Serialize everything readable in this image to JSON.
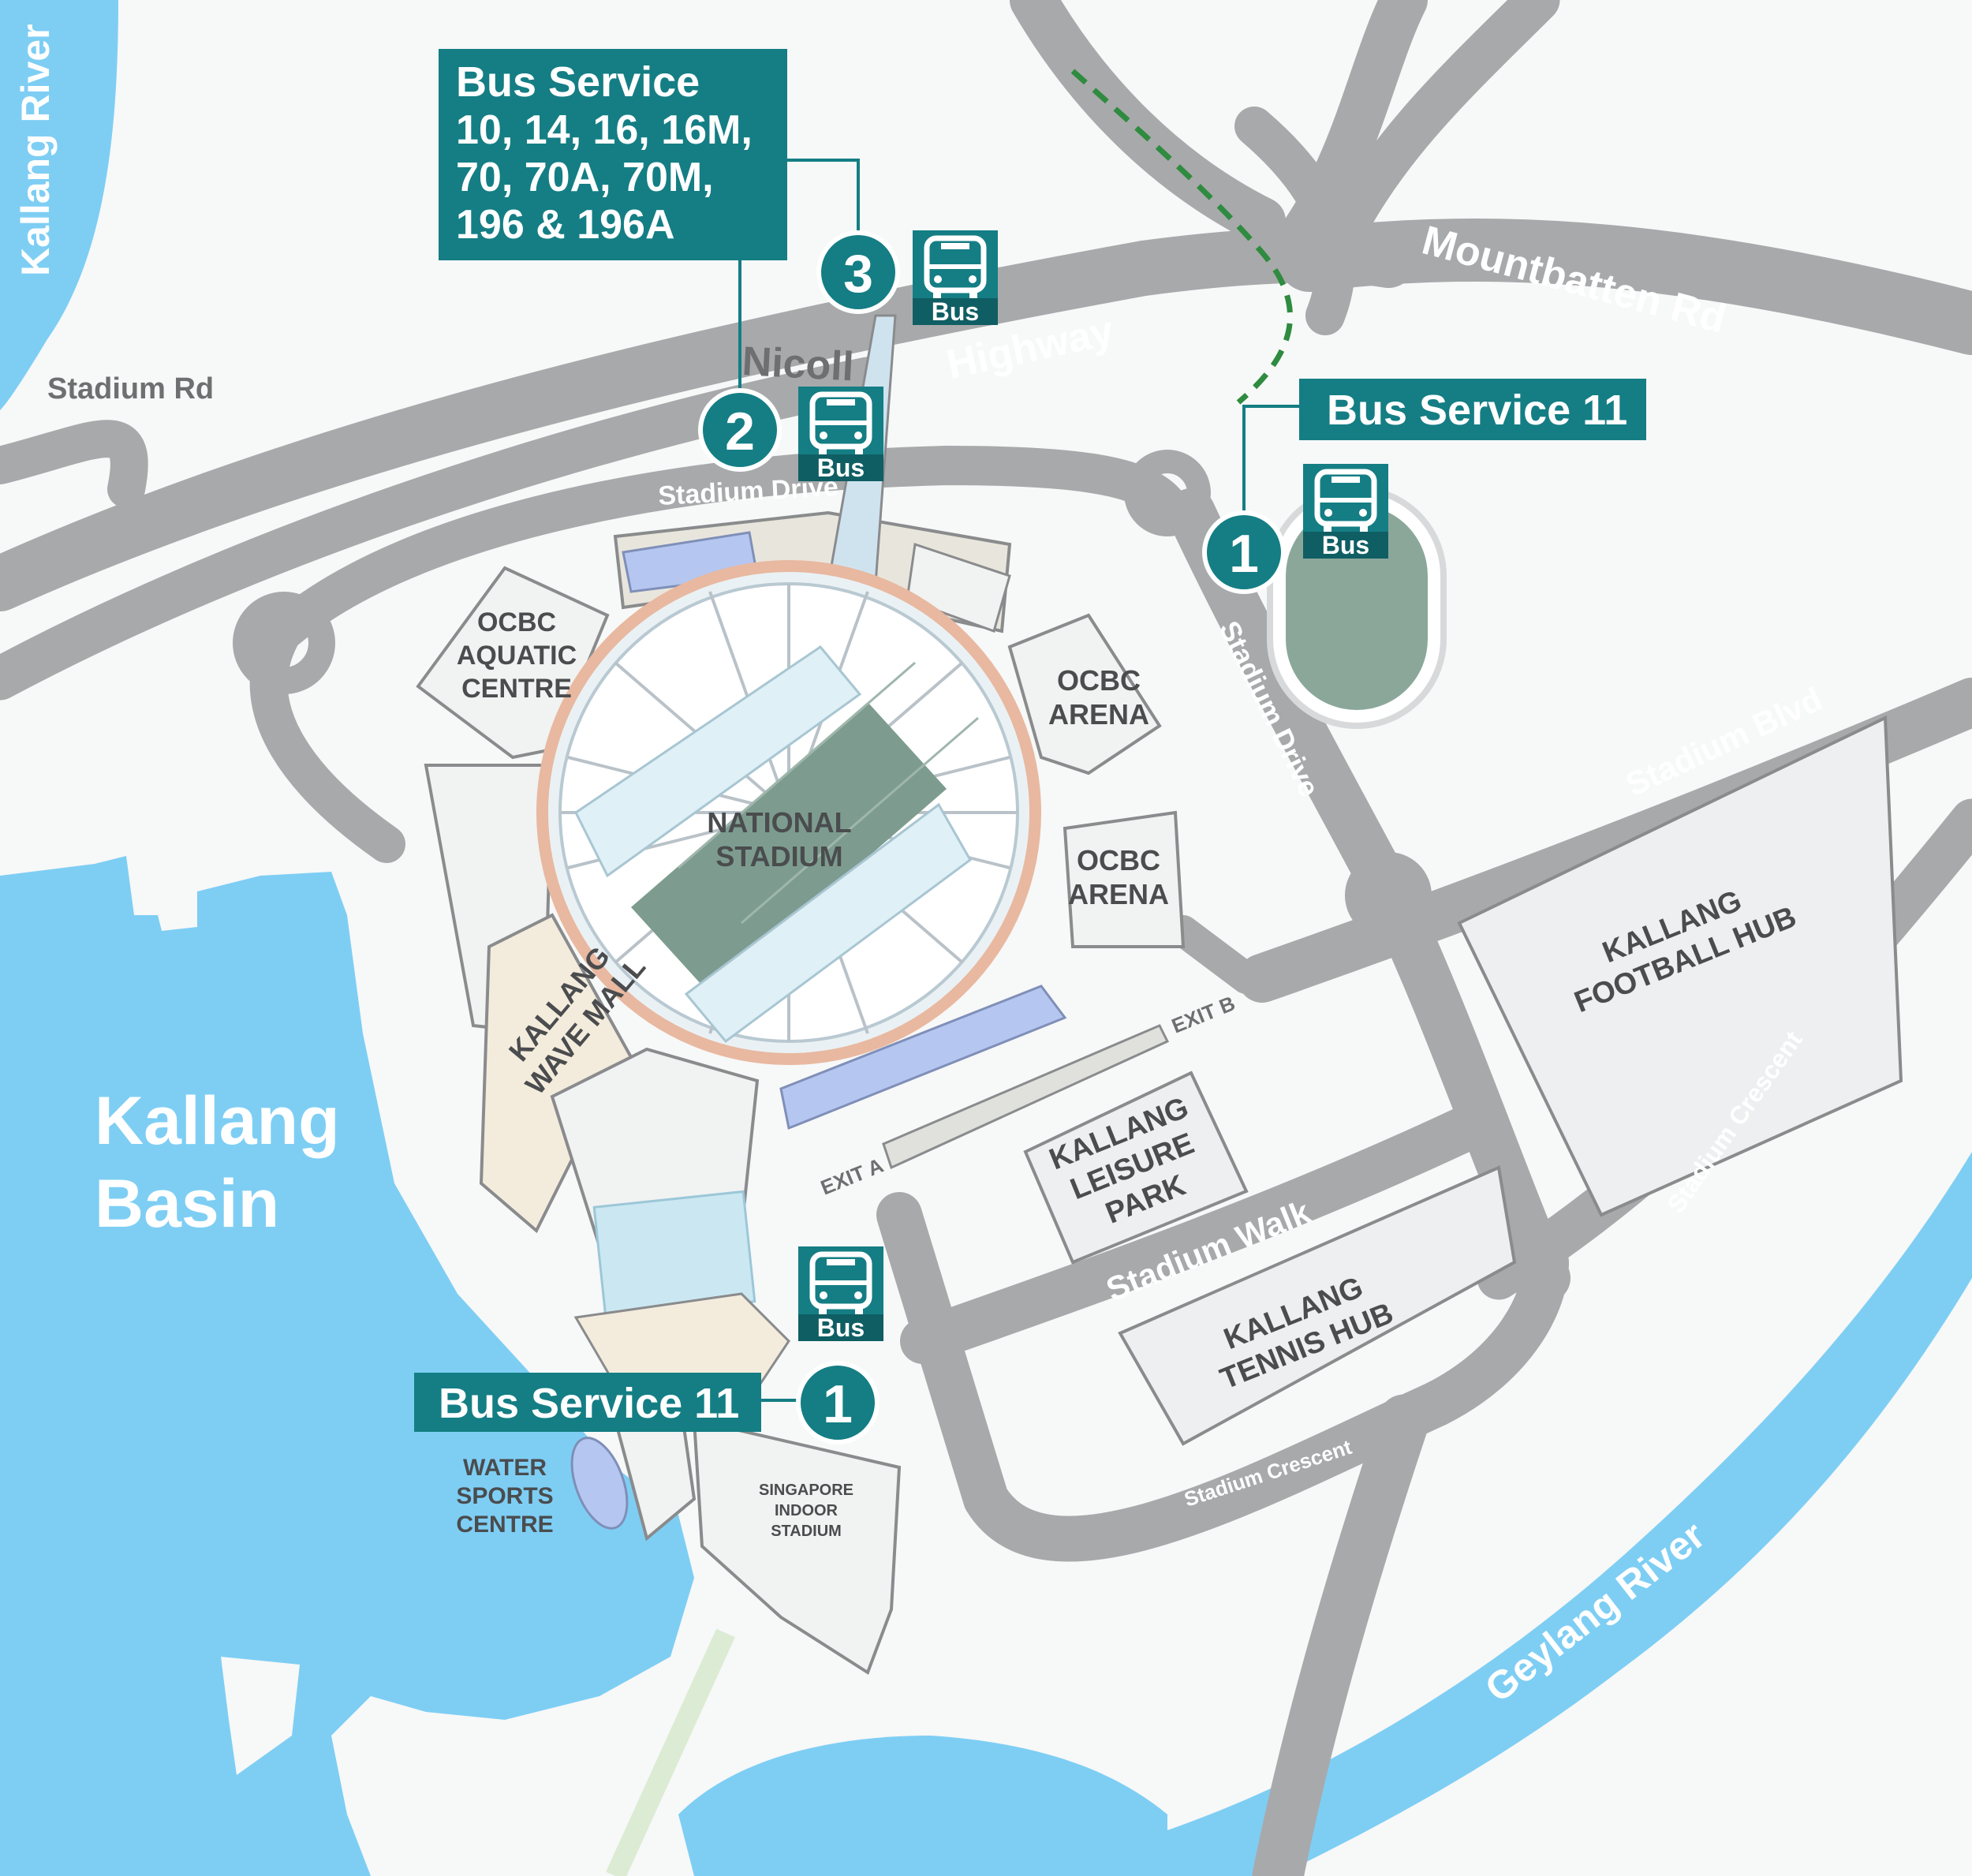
{
  "water": {
    "kallang_basin": [
      "Kallang",
      "Basin"
    ],
    "kallang_river": "Kallang River",
    "geylang_river": "Geylang River"
  },
  "roads": {
    "stadium_rd": "Stadium Rd",
    "nicoll": "Nicoll",
    "highway": "Highway",
    "mountbatten": "Mountbatten Rd",
    "stadium_drive_top": "Stadium Drive",
    "stadium_drive_side": "Stadium Drive",
    "stadium_blvd": "Stadium Blvd",
    "stadium_crescent_right": "Stadium Crescent",
    "stadium_crescent_bottom": "Stadium Crescent",
    "stadium_walk": "Stadium Walk",
    "exit_a": "EXIT A",
    "exit_b": "EXIT B"
  },
  "buildings": {
    "aquatic": [
      "OCBC",
      "AQUATIC",
      "CENTRE"
    ],
    "arena_top": [
      "OCBC",
      "ARENA"
    ],
    "arena_bottom": [
      "OCBC",
      "ARENA"
    ],
    "stadium": [
      "NATIONAL",
      "STADIUM"
    ],
    "wave_mall": [
      "KALLANG",
      "WAVE MALL"
    ],
    "football_hub": [
      "KALLANG",
      "FOOTBALL HUB"
    ],
    "leisure_park": [
      "KALLANG",
      "LEISURE",
      "PARK"
    ],
    "tennis_hub": [
      "KALLANG",
      "TENNIS HUB"
    ],
    "water_sports": [
      "WATER",
      "SPORTS",
      "CENTRE"
    ],
    "indoor_stadium": [
      "SINGAPORE",
      "INDOOR",
      "STADIUM"
    ]
  },
  "bus_services": {
    "north": {
      "title": "Bus Service",
      "lines": [
        "10, 14, 16, 16M,",
        "70, 70A, 70M,",
        "196 & 196A"
      ]
    },
    "east": {
      "title": "Bus Service 11"
    },
    "south": {
      "title": "Bus Service 11"
    }
  },
  "stops": {
    "stop3": "3",
    "stop2": "2",
    "stop1_east": "1",
    "stop1_south": "1"
  },
  "bus_label": "Bus",
  "colors": {
    "water": "#7ecef4",
    "road": "#a8a9ab",
    "teal": "#147e84",
    "pitch": "#7d9c8f",
    "track": "#e8b8a0",
    "green_route": "#2e8b3f"
  }
}
